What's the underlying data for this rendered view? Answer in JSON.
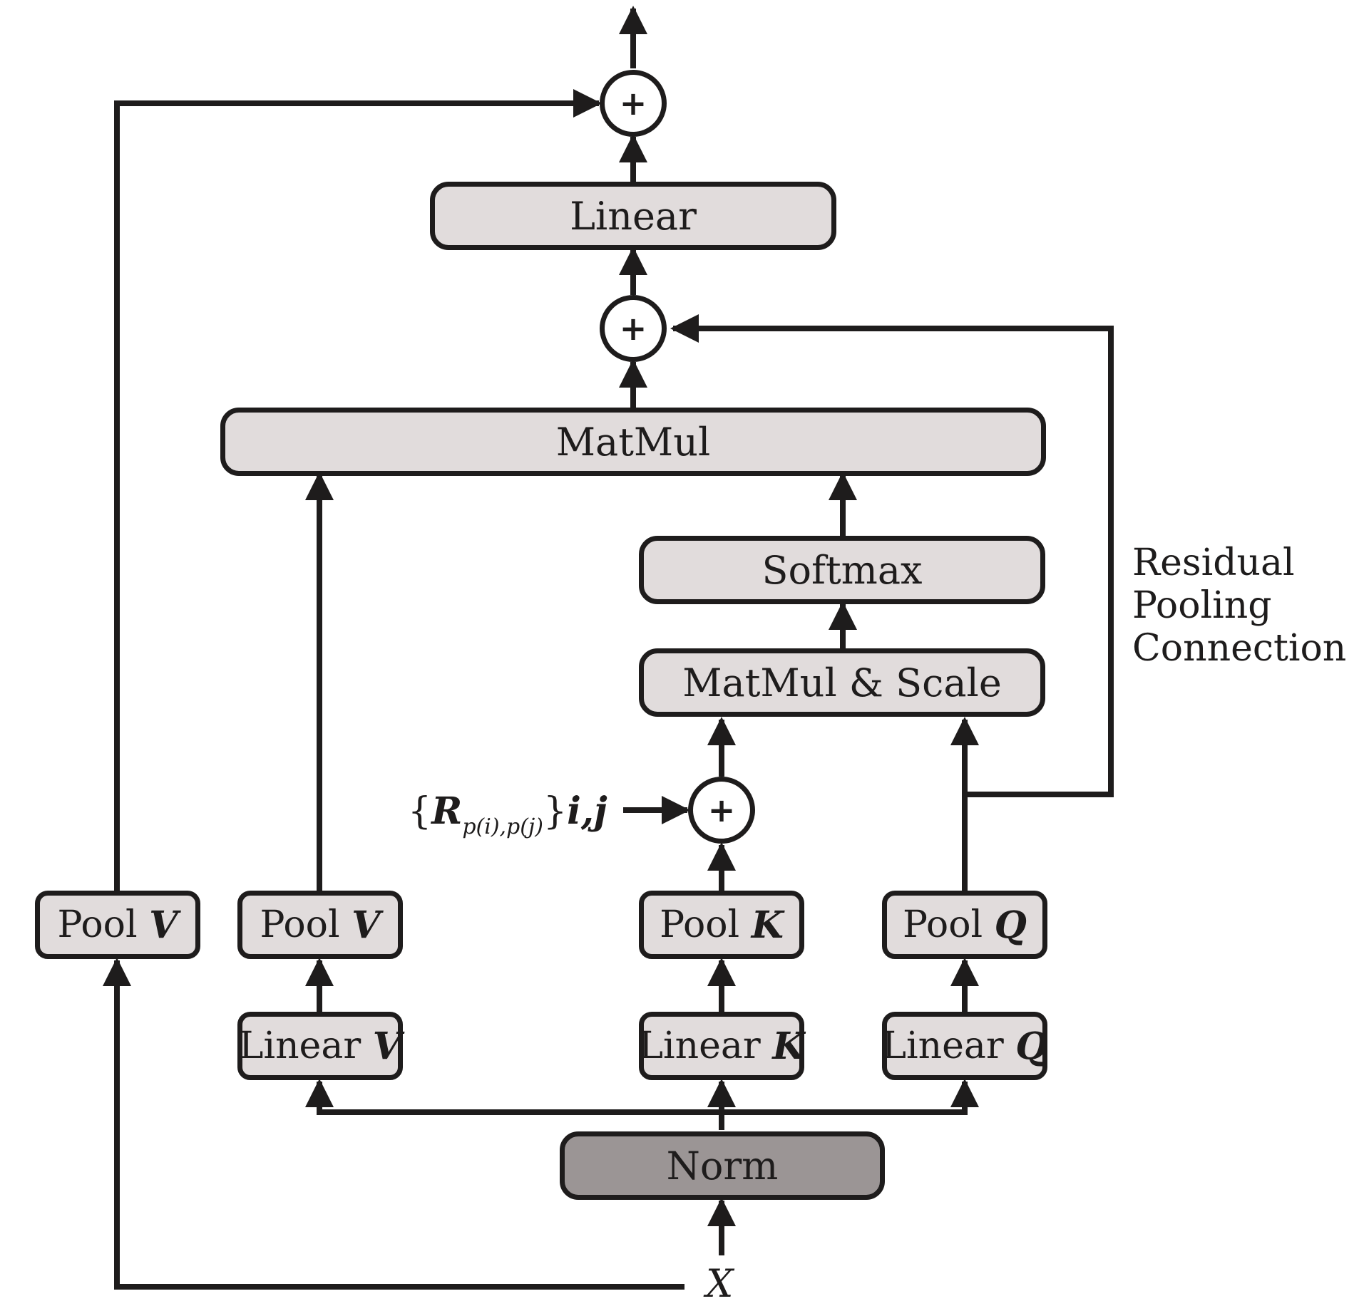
{
  "diagram": {
    "blocks": {
      "linear_out": "Linear",
      "matmul": "MatMul",
      "softmax": "Softmax",
      "matmul_scale": "MatMul & Scale",
      "norm": "Norm"
    },
    "pool_v_skip": {
      "prefix": "Pool",
      "symbol": "V"
    },
    "pool_v": {
      "prefix": "Pool",
      "symbol": "V"
    },
    "pool_k": {
      "prefix": "Pool",
      "symbol": "K"
    },
    "pool_q": {
      "prefix": "Pool",
      "symbol": "Q"
    },
    "linear_v": {
      "prefix": "Linear",
      "symbol": "V"
    },
    "linear_k": {
      "prefix": "Linear",
      "symbol": "K"
    },
    "linear_q": {
      "prefix": "Linear",
      "symbol": "Q"
    },
    "add_symbol": "+",
    "residual_label": [
      "Residual",
      "Pooling",
      "Connection"
    ],
    "input_label": "X",
    "relative_position": {
      "open": "{",
      "symbol": "R",
      "subscript": "p(i),p(j)",
      "close": "}",
      "indices": "i,j"
    }
  },
  "colors": {
    "stroke": "#1e1c1c",
    "box_fill": "#e1dcdc",
    "norm_fill": "#9b9595",
    "background": "#ffffff"
  }
}
